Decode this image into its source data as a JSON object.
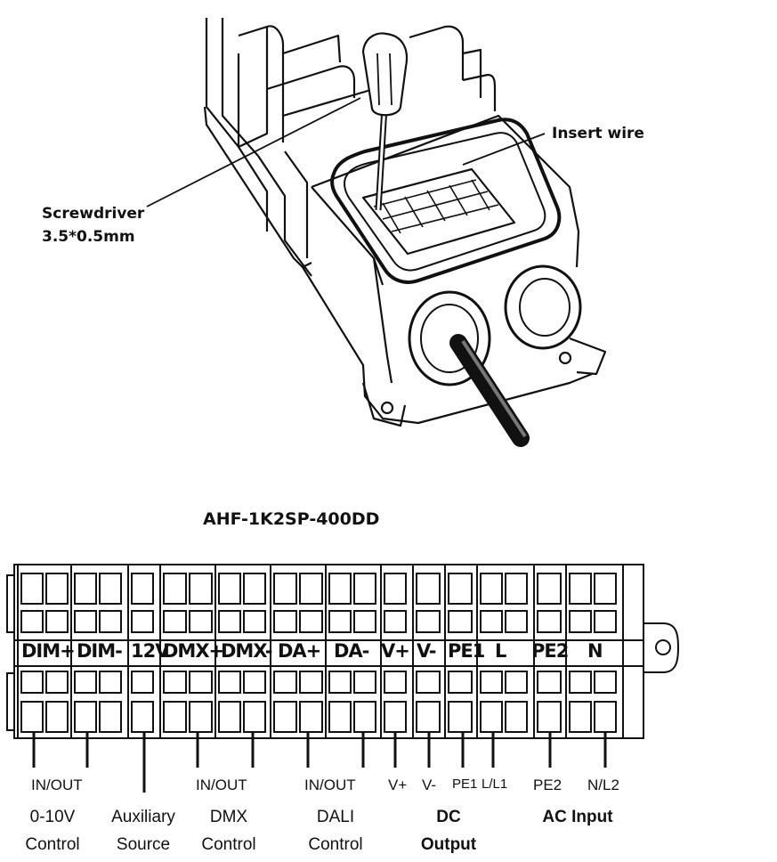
{
  "callouts": {
    "insert_wire": "Insert wire",
    "screwdriver": "Screwdriver",
    "screwdriver_size": "3.5*0.5mm"
  },
  "model": "AHF-1K2SP-400DD",
  "terminal_labels": [
    "DIM+",
    "DIM-",
    "12V",
    "DMX+",
    "DMX-",
    "DA+",
    "DA-",
    "V+",
    "V-",
    "PE1",
    "L",
    "PE2",
    "N"
  ],
  "wire_labels": [
    "IN/OUT",
    "IN/OUT",
    "IN/OUT",
    "V+",
    "V-",
    "PE1",
    "L/L1",
    "PE2",
    "N/L2"
  ],
  "groups": {
    "analog": [
      "0-10V",
      "Control"
    ],
    "aux": [
      "Auxiliary",
      "Source"
    ],
    "dmx": [
      "DMX",
      "Control"
    ],
    "dali": [
      "DALI",
      "Control"
    ],
    "dc": [
      "DC",
      "Output"
    ],
    "ac": [
      "AC Input"
    ]
  }
}
